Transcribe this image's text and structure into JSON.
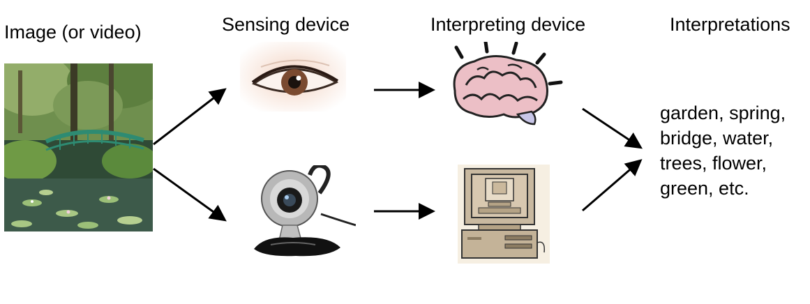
{
  "labels": {
    "image": "Image (or video)",
    "sensing": "Sensing device",
    "interpreting": "Interpreting device",
    "interpretations": "Interpretations"
  },
  "interpretations": [
    "garden, spring,",
    "bridge, water,",
    "trees, flower,",
    "green, etc."
  ],
  "pictures": {
    "scene": "garden-pond-bridge-photo",
    "eye": "human-eye-icon",
    "webcam": "webcam-icon",
    "brain": "brain-icon",
    "computer": "computer-icon"
  }
}
